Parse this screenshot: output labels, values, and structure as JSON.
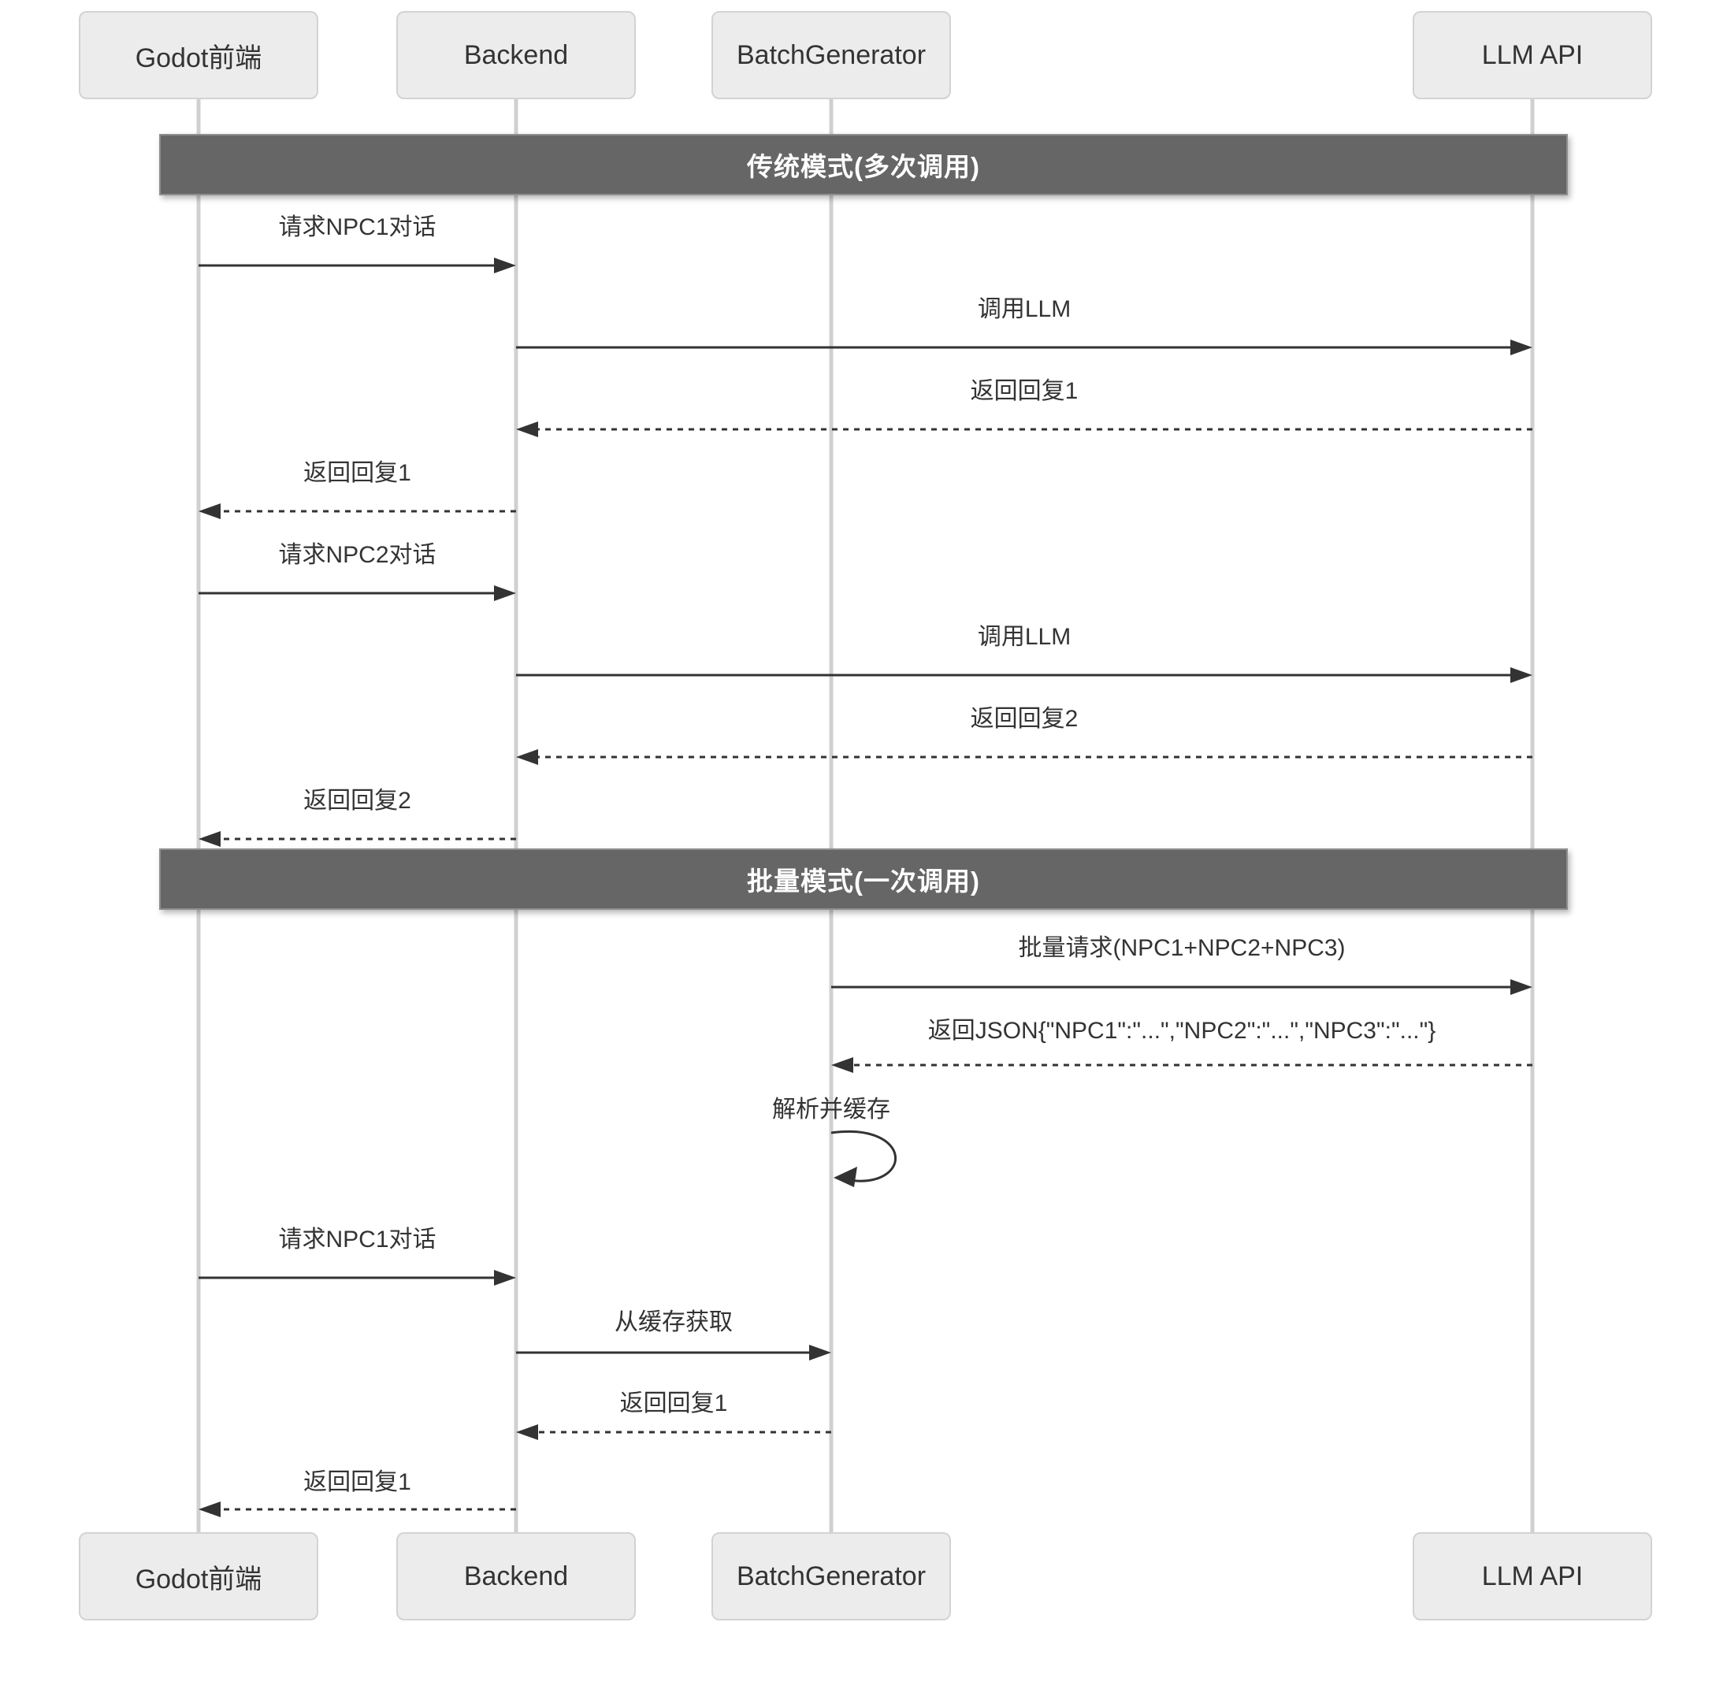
{
  "diagram": {
    "type": "sequence",
    "actors": [
      {
        "id": "godot",
        "label": "Godot前端"
      },
      {
        "id": "backend",
        "label": "Backend"
      },
      {
        "id": "batch",
        "label": "BatchGenerator"
      },
      {
        "id": "llm",
        "label": "LLM API"
      }
    ],
    "sections": [
      {
        "id": "traditional",
        "label": "传统模式(多次调用)"
      },
      {
        "id": "batch",
        "label": "批量模式(一次调用)"
      }
    ],
    "messages": [
      {
        "text": "请求NPC1对话",
        "from": "godot",
        "to": "backend",
        "line": "solid"
      },
      {
        "text": "调用LLM",
        "from": "backend",
        "to": "llm",
        "line": "solid"
      },
      {
        "text": "返回回复1",
        "from": "llm",
        "to": "backend",
        "line": "dashed"
      },
      {
        "text": "返回回复1",
        "from": "backend",
        "to": "godot",
        "line": "dashed"
      },
      {
        "text": "请求NPC2对话",
        "from": "godot",
        "to": "backend",
        "line": "solid"
      },
      {
        "text": "调用LLM",
        "from": "backend",
        "to": "llm",
        "line": "solid"
      },
      {
        "text": "返回回复2",
        "from": "llm",
        "to": "backend",
        "line": "dashed"
      },
      {
        "text": "返回回复2",
        "from": "backend",
        "to": "godot",
        "line": "dashed"
      },
      {
        "text": "批量请求(NPC1+NPC2+NPC3)",
        "from": "batch",
        "to": "llm",
        "line": "solid"
      },
      {
        "text": "返回JSON{\"NPC1\":\"...\",\"NPC2\":\"...\",\"NPC3\":\"...\"}",
        "from": "llm",
        "to": "batch",
        "line": "dashed"
      },
      {
        "text": "解析并缓存",
        "from": "batch",
        "to": "batch",
        "line": "self"
      },
      {
        "text": "请求NPC1对话",
        "from": "godot",
        "to": "backend",
        "line": "solid"
      },
      {
        "text": "从缓存获取",
        "from": "backend",
        "to": "batch",
        "line": "solid"
      },
      {
        "text": "返回回复1",
        "from": "batch",
        "to": "backend",
        "line": "dashed"
      },
      {
        "text": "返回回复1",
        "from": "backend",
        "to": "godot",
        "line": "dashed"
      }
    ],
    "colors": {
      "background": "#ffffff",
      "actor_fill": "#ececec",
      "actor_border": "#d3d3d3",
      "section_fill": "#666666",
      "section_text": "#ffffff",
      "lifeline": "#d0d0d0",
      "line": "#333333",
      "text": "#333333"
    }
  }
}
